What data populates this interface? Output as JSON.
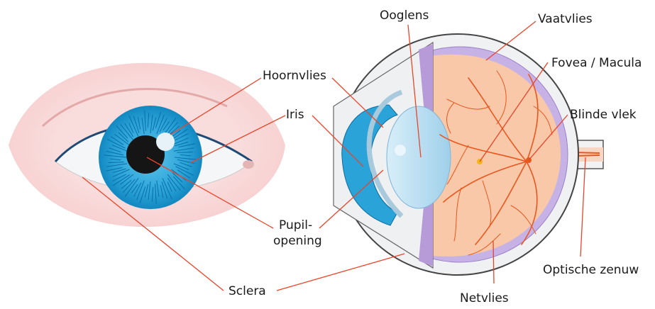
{
  "labels": {
    "hoornvlies": "Hoornvlies",
    "iris": "Iris",
    "pupil_line1": "Pupil-",
    "pupil_line2": "opening",
    "sclera": "Sclera",
    "ooglens": "Ooglens",
    "vaatvlies": "Vaatvlies",
    "fovea_macula": "Fovea / Macula",
    "blinde_vlek": "Blinde vlek",
    "optische_zenuw": "Optische zenuw",
    "netvlies": "Netvlies"
  },
  "icons": {
    "front_eye": "front-view-eye-illustration",
    "cross_section": "eye-cross-section-illustration"
  },
  "colors": {
    "leader_line": "#e8452a",
    "iris_blue": "#2aa3d8",
    "retina_peach": "#f8c8a8",
    "choroid_purple": "#b79ad8",
    "skin_pink": "#f7cfcf",
    "blood_vessel": "#e8571f"
  }
}
